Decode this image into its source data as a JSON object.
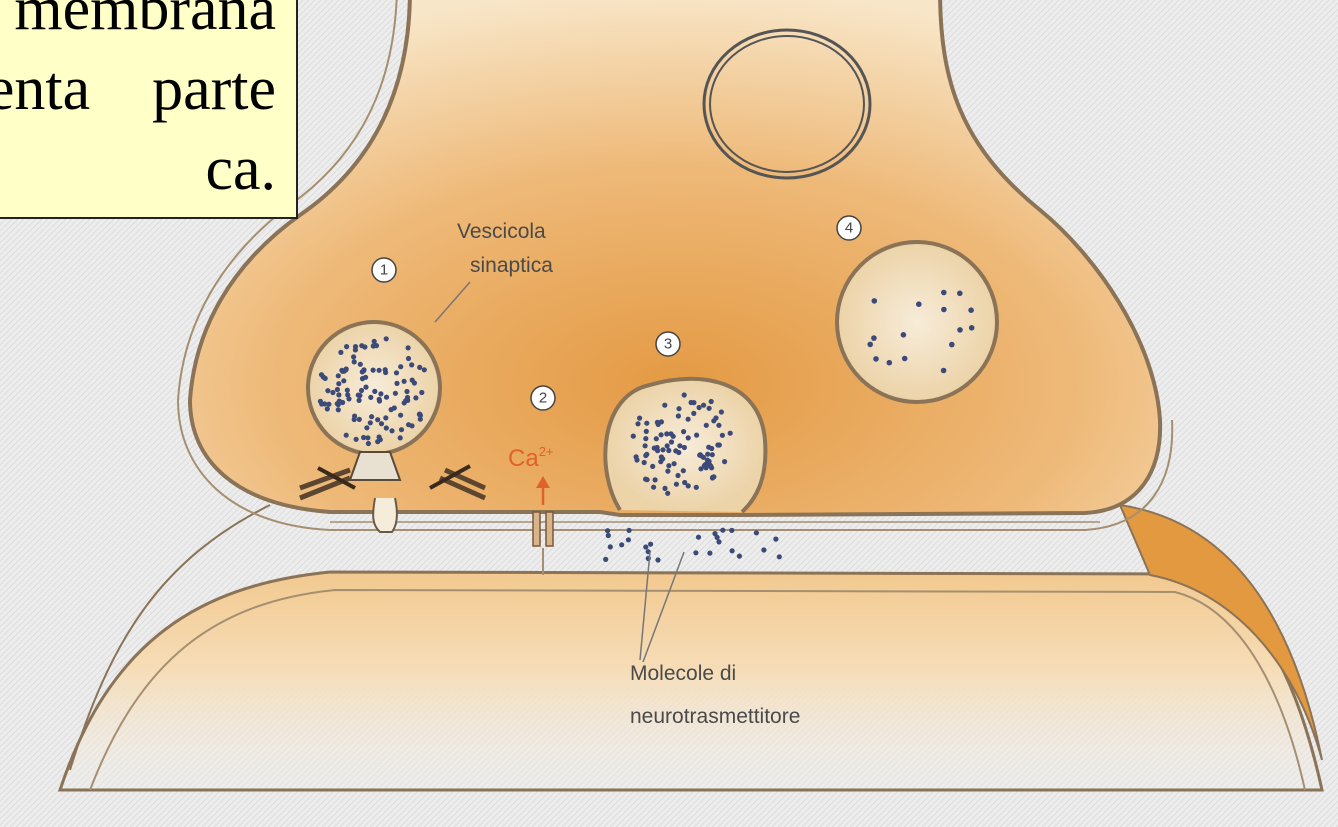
{
  "caption": {
    "line1": "membrana",
    "line2": "enta    parte",
    "line3": "ca."
  },
  "labels": {
    "vesicle_line1": "Vescicola",
    "vesicle_line2": "sinaptica",
    "molecules_line1": "Molecole di",
    "molecules_line2": "neurotrasmettitore",
    "calcium": "Ca",
    "calcium_charge": "2+"
  },
  "steps": [
    "1",
    "2",
    "3",
    "4"
  ],
  "colors": {
    "terminal_fill": "#e7a24e",
    "terminal_light": "#f7e3c3",
    "membrane": "#8a7356",
    "dots": "#3c4a7a",
    "caption_bg": "#ffffc8",
    "calcium": "#e0622a"
  }
}
